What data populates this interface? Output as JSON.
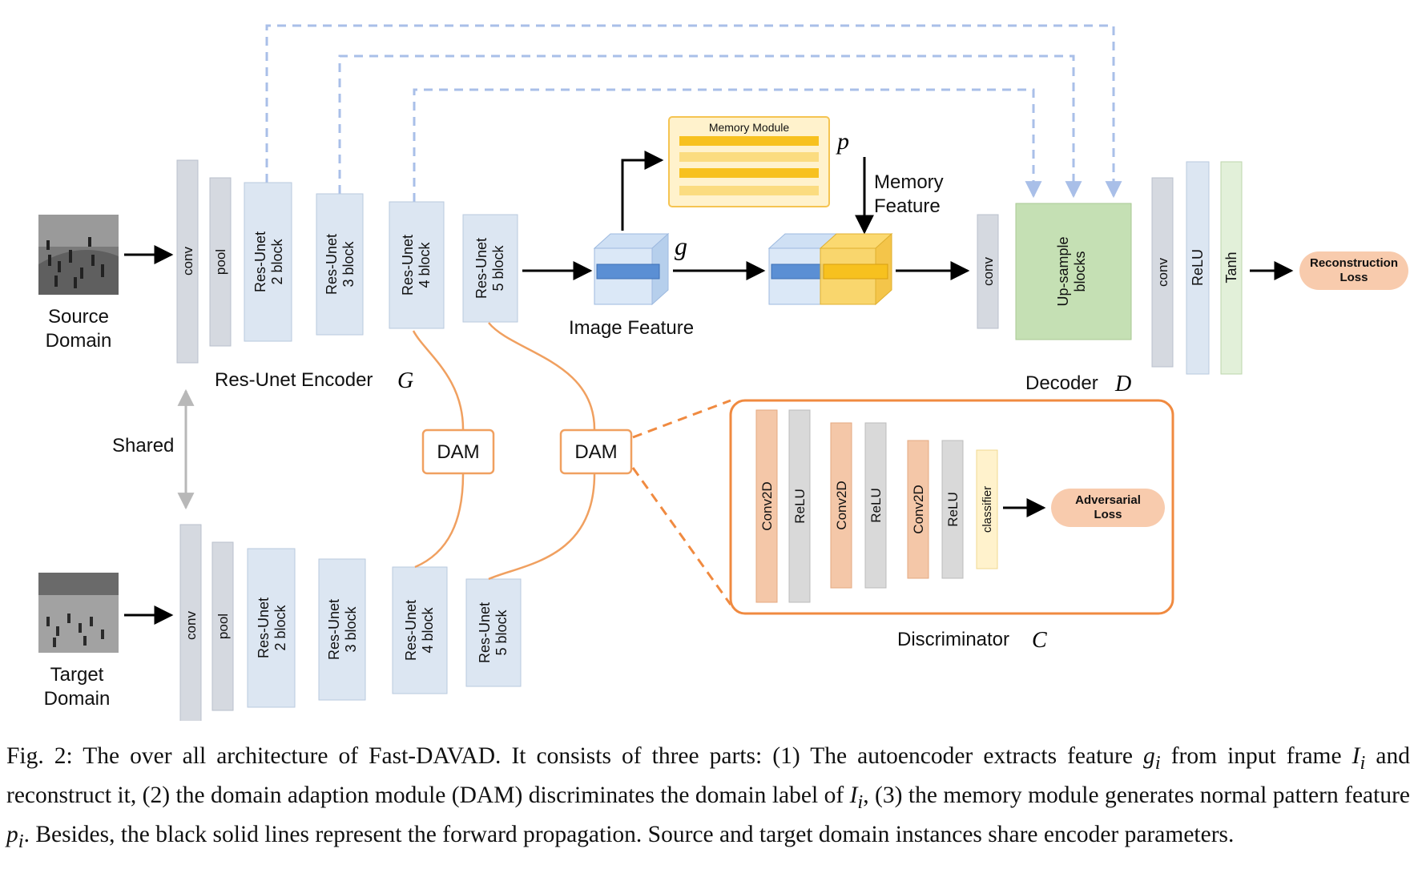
{
  "inputs": {
    "source_label_1": "Source",
    "source_label_2": "Domain",
    "target_label_1": "Target",
    "target_label_2": "Domain"
  },
  "encoder": {
    "title": "Res-Unet Encoder",
    "symbol": "G",
    "shared_label": "Shared",
    "conv": "conv",
    "pool": "pool",
    "block2_1": "Res-Unet",
    "block2_2": "2 block",
    "block3_1": "Res-Unet",
    "block3_2": "3 block",
    "block4_1": "Res-Unet",
    "block4_2": "4 block",
    "block5_1": "Res-Unet",
    "block5_2": "5 block"
  },
  "features": {
    "image_feature": "Image Feature",
    "g_symbol": "g",
    "p_symbol": "p",
    "memory_module": "Memory Module",
    "memory_feature_1": "Memory",
    "memory_feature_2": "Feature"
  },
  "decoder": {
    "title": "Decoder",
    "symbol": "D",
    "conv": "conv",
    "upsample_1": "Up-sample",
    "upsample_2": "blocks",
    "out_conv": "conv",
    "relu": "ReLU",
    "tanh": "Tanh",
    "loss_1": "Reconstruction",
    "loss_2": "Loss"
  },
  "dam": {
    "label_a": "DAM",
    "label_b": "DAM"
  },
  "discriminator": {
    "title": "Discriminator",
    "symbol": "C",
    "layers": [
      "Conv2D",
      "ReLU",
      "Conv2D",
      "ReLU",
      "Conv2D",
      "ReLU",
      "classifier"
    ],
    "loss_1": "Adversarial",
    "loss_2": "Loss"
  },
  "colors": {
    "encoder_block": "#dce6f2",
    "conv_gray": "#d5d9e0",
    "skip_dashed": "#a9bfe8",
    "dam_orange": "#f0a060",
    "memory_yellow": "#f7c11f",
    "upsample_green": "#c5e0b4",
    "tanh_green": "#e2f0d9",
    "conv2d_salmon": "#f4c7a8",
    "relu_gray": "#d9d9d9",
    "classifier_yellow": "#fff2cc",
    "loss_pill": "#f8cbad"
  },
  "caption": {
    "fig": "Fig. 2:",
    "part1": " The over all architecture of Fast-DAVAD. It consists of three parts: (1) The autoencoder extracts feature ",
    "g_i": "g",
    "sub_i1": "i",
    "part2": " from input frame ",
    "I_i": "I",
    "sub_i2": "i",
    "part3": " and reconstruct it, (2) the domain adaption module (DAM) discriminates the domain label of ",
    "I_i2": "I",
    "sub_i3": "i",
    "part4": ", (3) the memory module generates normal pattern feature ",
    "p_i": "p",
    "sub_i4": "i",
    "part5": ". Besides, the black solid lines represent the forward propagation. Source and target domain instances share encoder parameters."
  }
}
